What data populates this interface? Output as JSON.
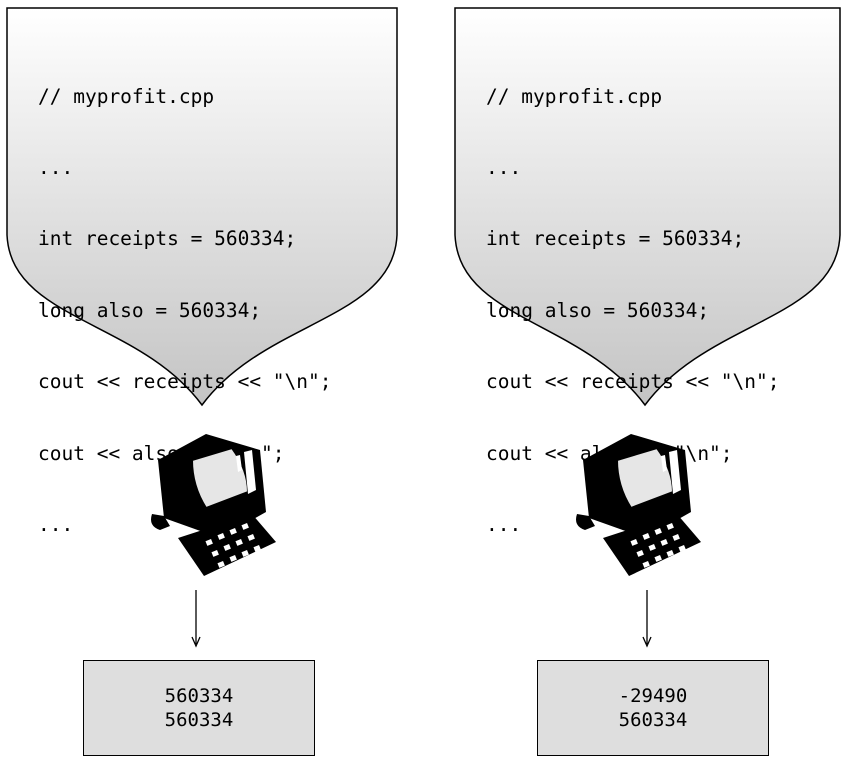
{
  "panels": [
    {
      "code_lines": [
        "// myprofit.cpp",
        "...",
        "int receipts = 560334;",
        "long also = 560334;",
        "cout << receipts << \"\\n\";",
        "cout << also << \"\\n\";",
        "..."
      ],
      "output_lines": [
        "560334",
        "560334"
      ],
      "computer_icon": "computer-icon"
    },
    {
      "code_lines": [
        "// myprofit.cpp",
        "...",
        "int receipts = 560334;",
        "long also = 560334;",
        "cout << receipts << \"\\n\";",
        "cout << also << \"\\n\";",
        "..."
      ],
      "output_lines": [
        "-29490",
        "560334"
      ],
      "computer_icon": "computer-icon"
    }
  ],
  "colors": {
    "bubble_top": "#ffffff",
    "bubble_bottom": "#c4c4c4",
    "output_fill": "#dedede",
    "outline": "#000000"
  }
}
